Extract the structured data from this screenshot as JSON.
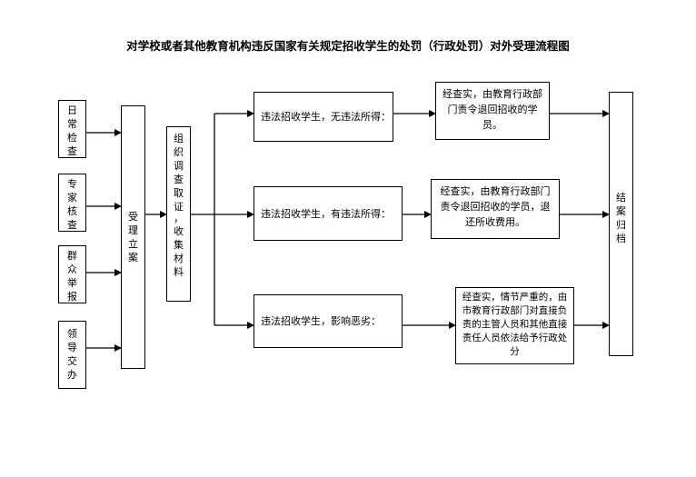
{
  "title": "对学校或者其他教育机构违反国家有关规定招收学生的处罚（行政处罚）对外受理流程图",
  "sources": [
    "日常检查",
    "专家核查",
    "群众举报",
    "领导交办"
  ],
  "accept": "受理立案",
  "investigate": "组织调查取证，收集材料",
  "cases": [
    "违法招收学生，无违法所得：",
    "违法招收学生，有违法所得：",
    "违法招收学生，影响恶劣："
  ],
  "results": [
    "经查实，由教育行政部门责令退回招收的学员。",
    "经查实，由教育行政部门责令退回招收的学员，退还所收费用。",
    "经查实，情节严重的，由市教育行政部门对直接负责的主管人员和其他直接责任人员依法给予行政处分"
  ],
  "close": "结案归档"
}
